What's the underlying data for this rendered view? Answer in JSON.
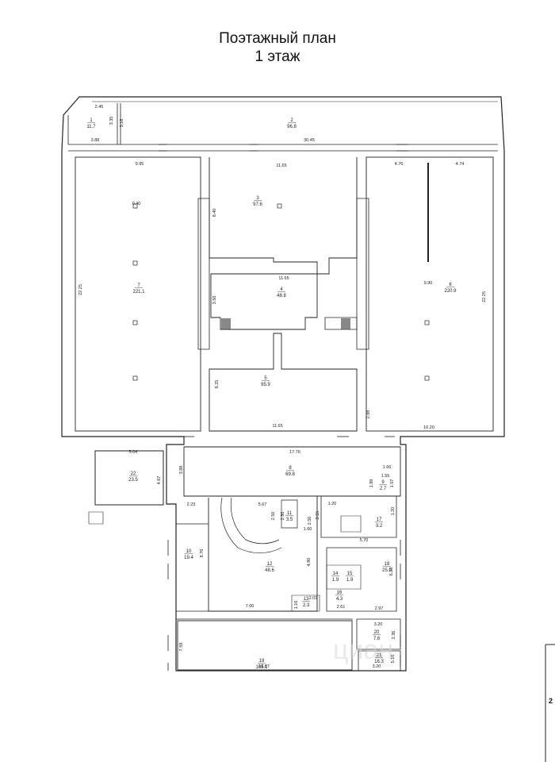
{
  "header": {
    "title": "Поэтажный план",
    "subtitle": "1 этаж"
  },
  "rooms": [
    {
      "no": "1",
      "area": "11.7"
    },
    {
      "no": "2",
      "area": "96.8"
    },
    {
      "no": "3",
      "area": "97.6"
    },
    {
      "no": "4",
      "area": "48.8"
    },
    {
      "no": "5",
      "area": "95.9"
    },
    {
      "no": "6",
      "area": "220.9"
    },
    {
      "no": "7",
      "area": "221.1"
    },
    {
      "no": "8",
      "area": "69.8"
    },
    {
      "no": "9",
      "area": "2.7"
    },
    {
      "no": "10",
      "area": "19.4"
    },
    {
      "no": "11",
      "area": "3.5"
    },
    {
      "no": "12",
      "area": "48.6"
    },
    {
      "no": "13",
      "area": "2.3"
    },
    {
      "no": "14",
      "area": "1.9"
    },
    {
      "no": "15",
      "area": "1.9"
    },
    {
      "no": "16",
      "area": "4.3"
    },
    {
      "no": "17",
      "area": "3.2"
    },
    {
      "no": "18",
      "area": "25.0"
    },
    {
      "no": "19",
      "area": "105.1"
    },
    {
      "no": "20",
      "area": "7.6"
    },
    {
      "no": "21",
      "area": "16.3"
    },
    {
      "no": "22",
      "area": "23.5"
    }
  ],
  "dimensions": [
    "2.45",
    "3.35",
    "3.18",
    "3.88",
    "30.45",
    "9.95",
    "11.65",
    "4.76",
    "4.74",
    "0.40",
    "8.40",
    "11.65",
    "3.50",
    "9.90",
    "22.25",
    "22.25",
    "8.25",
    "11.65",
    "2.88",
    "10.20",
    "5.04",
    "4.67",
    "3.88",
    "17.76",
    "1.66",
    "1.55",
    "1.57",
    "1.88",
    "2.23",
    "5.67",
    "2.50",
    "2.50",
    "2.56",
    "1.20",
    "1.20",
    "2.55",
    "1.60",
    "5.70",
    "8.76",
    "4.80",
    "6.26",
    "2.01",
    "1.16",
    "2.61",
    "2.97",
    "3.20",
    "2.36",
    "7.00",
    "7.59",
    "13.87",
    "5.10",
    "3.20"
  ],
  "watermark": "циан",
  "frame_label": "2"
}
